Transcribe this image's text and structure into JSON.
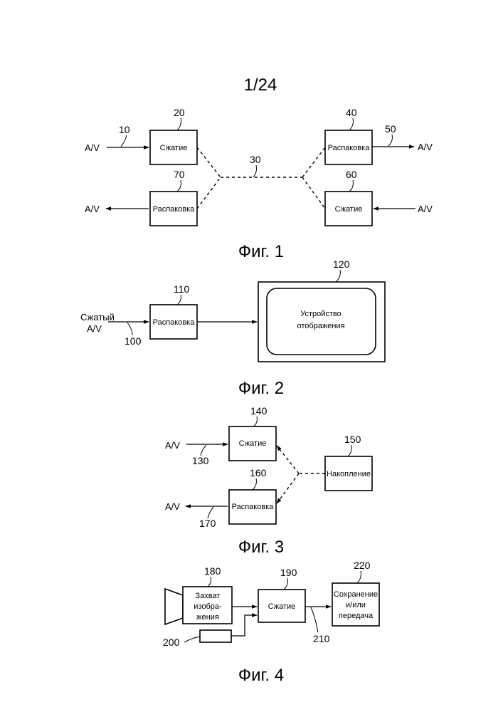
{
  "page_number": "1/24",
  "fig1": {
    "caption": "Фиг. 1",
    "av_in_top": "A/V",
    "av_out_top": "A/V",
    "av_out_bottom": "A/V",
    "av_in_bottom": "A/V",
    "compress_top": "Сжатие",
    "decompress_top": "Распаковка",
    "decompress_bottom": "Распаковка",
    "compress_bottom": "Сжатие",
    "ref_10": "10",
    "ref_20": "20",
    "ref_30": "30",
    "ref_40": "40",
    "ref_50": "50",
    "ref_60": "60",
    "ref_70": "70"
  },
  "fig2": {
    "caption": "Фиг. 2",
    "input_label_line1": "Сжатый",
    "input_label_line2": "A/V",
    "decompress": "Распаковка",
    "display_line1": "Устройство",
    "display_line2": "отображения",
    "ref_100": "100",
    "ref_110": "110",
    "ref_120": "120"
  },
  "fig3": {
    "caption": "Фиг. 3",
    "av_in": "A/V",
    "av_out": "A/V",
    "compress": "Сжатие",
    "decompress": "Распаковка",
    "storage": "Накопление",
    "ref_130": "130",
    "ref_140": "140",
    "ref_150": "150",
    "ref_160": "160",
    "ref_170": "170"
  },
  "fig4": {
    "caption": "Фиг. 4",
    "capture_line1": "Захват",
    "capture_line2": "изобра-",
    "capture_line3": "жения",
    "compress": "Сжатие",
    "store_line1": "Сохранение",
    "store_line2": "и/или",
    "store_line3": "передача",
    "ref_180": "180",
    "ref_190": "190",
    "ref_200": "200",
    "ref_210": "210",
    "ref_220": "220"
  }
}
